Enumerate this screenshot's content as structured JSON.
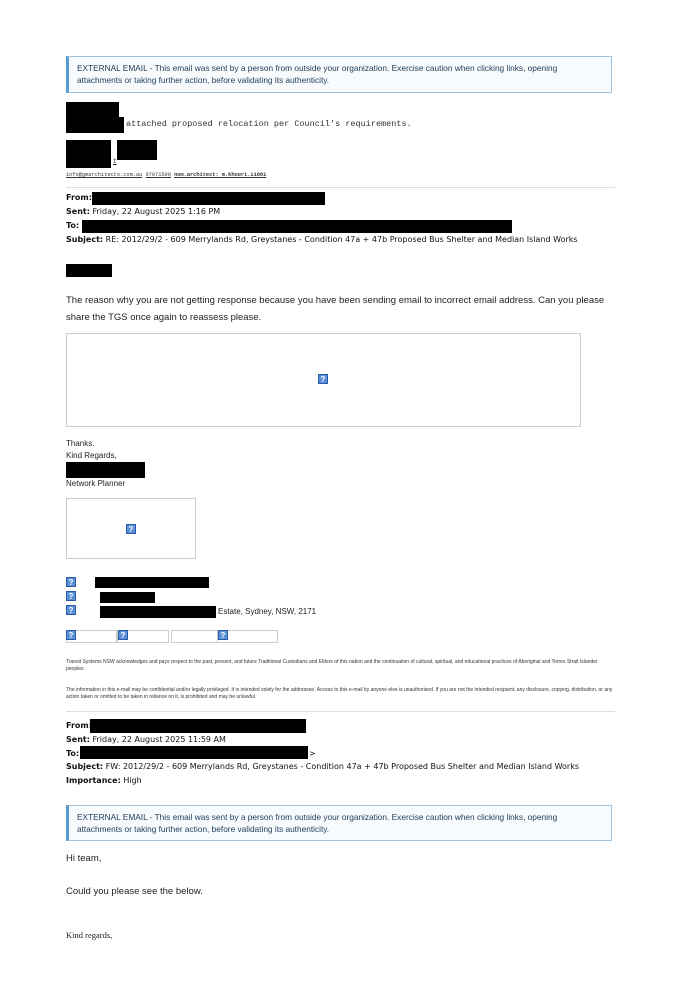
{
  "banner_text": "EXTERNAL EMAIL - This email was sent by a person from outside your organization. Exercise caution when clicking links, opening attachments or taking further action, before validating its authenticity.",
  "quoted": {
    "line": "attached proposed relocation per Council's requirements.",
    "t": "t",
    "links": {
      "email": "info@gmarchitects.com.au",
      "phone": "97971599",
      "nom": "nom.architect: m.khouri.11881"
    }
  },
  "email1": {
    "from_label": "From:",
    "sent_label": "Sent:",
    "sent": "Friday, 22 August 2025 1:16 PM",
    "to_label": "To:",
    "subject_label": "Subject:",
    "subject": "RE: 2012/29/2 - 609 Merrylands Rd, Greystanes - Condition 47a + 47b Proposed Bus Shelter and Median Island Works",
    "body": "The reason why you are not getting response because you have been sending email to incorrect email address. Can you please share the TGS once again to reassess please.",
    "thanks": "Thanks.",
    "regards": "Kind Regards,",
    "title": "Network Planner",
    "address": "Estate, Sydney, NSW, 2171",
    "ack": "Transit Systems NSW acknowledges and pays respect to the past, present, and future Traditional Custodians and Elders of this nation and the continuation of cultural, spiritual, and educational practices of Aboriginal and Torres Strait Islander peoples.",
    "confidential": "The information in this e-mail may be confidential and/or legally privileged. It is intended solely for the addressee. Access to this e-mail by anyone else is unauthorised. If you are not the intended recipient, any disclosure, copying, distribution, or any action taken or omitted to be taken in reliance on it, is prohibited and may be unlawful."
  },
  "email2": {
    "from_label": "From:",
    "sent_label": "Sent:",
    "sent": "Friday, 22 August 2025 11:59 AM",
    "to_label": "To:",
    "to_suffix": ">",
    "subject_label": "Subject:",
    "subject": "FW: 2012/29/2 - 609 Merrylands Rd, Greystanes - Condition 47a + 47b Proposed Bus Shelter and Median Island Works",
    "importance_label": "Importance:",
    "importance": "High",
    "greeting": "Hi team,",
    "body": "Could you please see the below.",
    "regards": "Kind regards,"
  },
  "icon_glyph": "?"
}
